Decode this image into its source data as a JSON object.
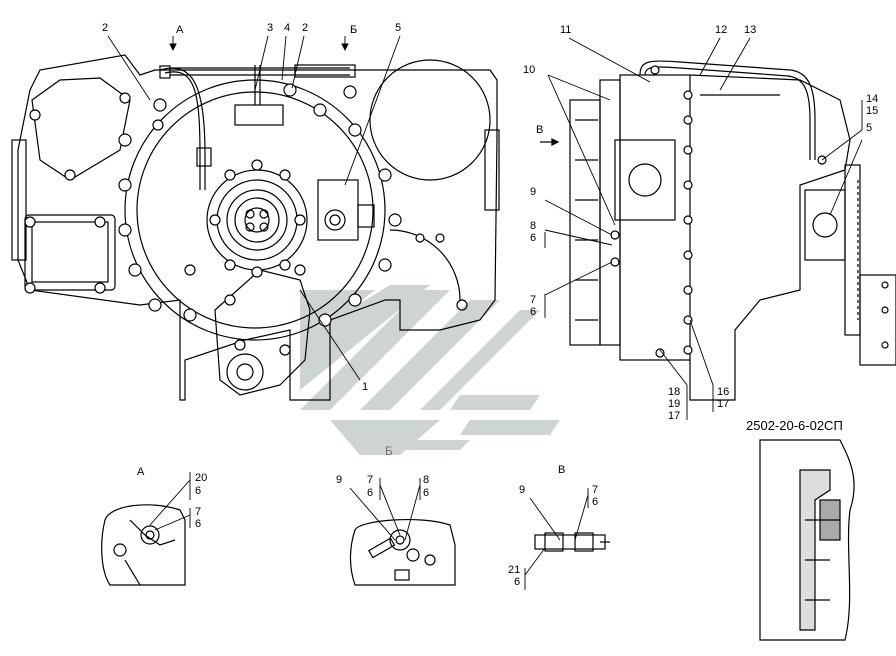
{
  "document": {
    "code": "2502-20-6-02СП"
  },
  "watermark": {
    "letter": "Б"
  },
  "view_labels": {
    "top_A": "А",
    "top_B": "Б",
    "side_V": "В",
    "detail_A": "А",
    "detail_V": "В"
  },
  "callouts": {
    "c1": "1",
    "c2a": "2",
    "c3": "3",
    "c4": "4",
    "c2b": "2",
    "c5a": "5",
    "c11": "11",
    "c12": "12",
    "c13": "13",
    "c10": "10",
    "c14": "14",
    "c15": "15",
    "c5b": "5",
    "c9a": "9",
    "c8a": "8",
    "c6a": "6",
    "c7a": "7",
    "c6b": "6",
    "c18": "18",
    "c19": "19",
    "c17a": "17",
    "c16": "16",
    "c17b": "17",
    "c20": "20",
    "c6c": "6",
    "c7b": "7",
    "c6d": "6",
    "c9b": "9",
    "c7c": "7",
    "c6e": "6",
    "c8b": "8",
    "c6f": "6",
    "c9c": "9",
    "c7d": "7",
    "c6g": "6",
    "c21": "21",
    "c6h": "6"
  },
  "colors": {
    "line": "#000000",
    "watermark": "#c8cfcc"
  }
}
